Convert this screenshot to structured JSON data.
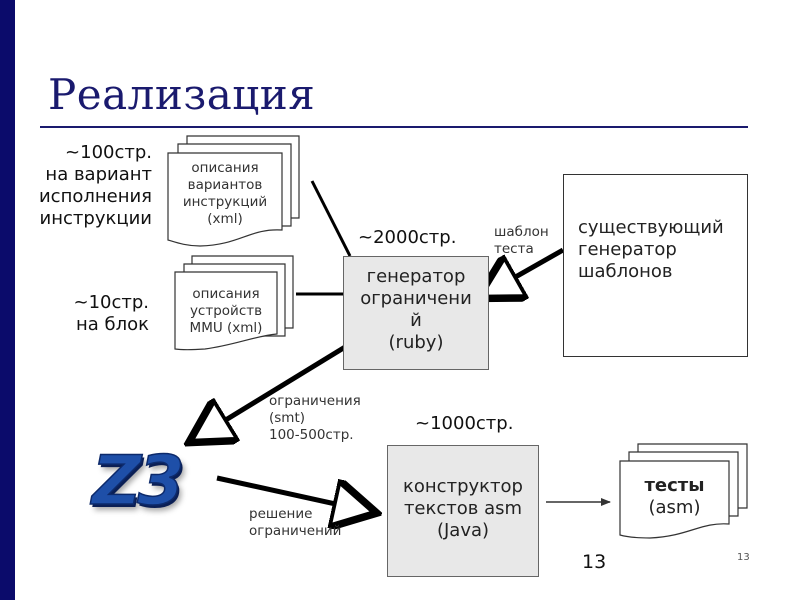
{
  "slide": {
    "title": "Реализация",
    "page_number": "13",
    "page_number_small": "13"
  },
  "annotations": {
    "instr_variants": [
      "~100стр.",
      "на вариант",
      "исполнения",
      "инструкции"
    ],
    "mmu_block": [
      "~10стр.",
      "на блок"
    ],
    "generator_size": "~2000стр.",
    "template_label": [
      "шаблон",
      "теста"
    ],
    "constraints_label": [
      "ограничения",
      "(smt)",
      "100-500стр."
    ],
    "solution_label": [
      "решение",
      "ограничений"
    ],
    "constructor_size": "~1000стр."
  },
  "documents": {
    "instr_desc": [
      "описания",
      "вариантов",
      "инструкций",
      "(xml)"
    ],
    "mmu_desc": [
      "описания",
      "устройств",
      "MMU (xml)"
    ],
    "tests": [
      "тесты",
      "(asm)"
    ]
  },
  "boxes": {
    "constraint_generator": [
      "генератор",
      "ограничени",
      "й",
      "(ruby)"
    ],
    "existing_generator": [
      "существующий",
      "генератор",
      "шаблонов"
    ],
    "asm_constructor": [
      "конструктор",
      "текстов asm",
      "(Java)"
    ]
  },
  "logo": {
    "text": "Z3"
  },
  "colors": {
    "sidebar": "#0b0b6b",
    "title": "#1a1a6e",
    "box_fill": "#e8e8e8",
    "logo": "#1e4fa8"
  }
}
